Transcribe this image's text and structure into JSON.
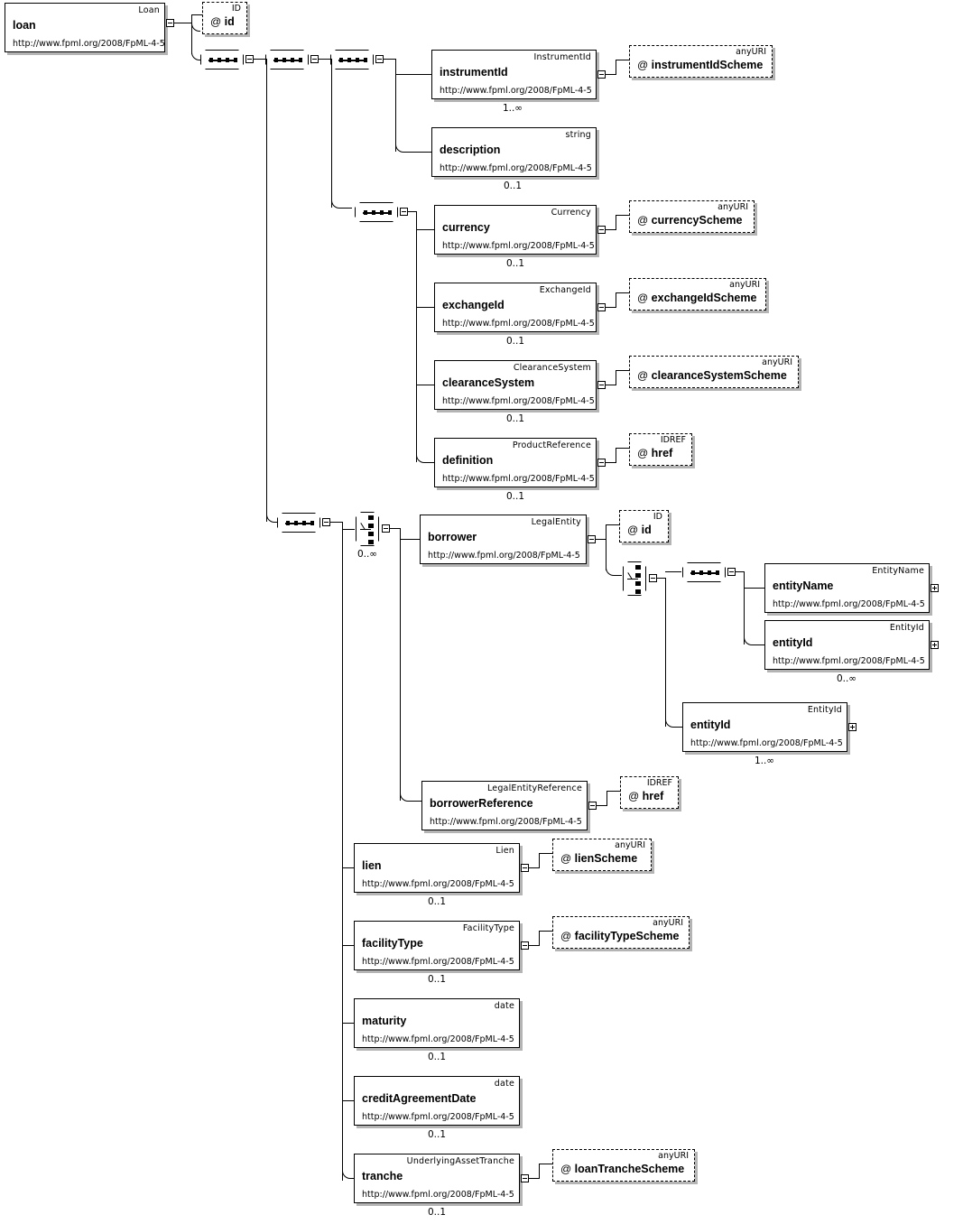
{
  "diagram": {
    "title": "loan",
    "namespace": "http://www.fpml.org/2008/FpML-4-5",
    "root": {
      "name": "loan",
      "type": "Loan",
      "ns": "http://www.fpml.org/2008/FpML-4-5"
    }
  },
  "nodes": {
    "root_id_attr": {
      "name": "id",
      "at": "@",
      "type": "ID"
    },
    "instrumentId": {
      "name": "instrumentId",
      "type": "InstrumentId",
      "ns": "http://www.fpml.org/2008/FpML-4-5",
      "card": "1..∞"
    },
    "instrumentIdScheme": {
      "name": "instrumentIdScheme",
      "at": "@",
      "type": "anyURI"
    },
    "description": {
      "name": "description",
      "type": "string",
      "ns": "http://www.fpml.org/2008/FpML-4-5",
      "card": "0..1"
    },
    "currency": {
      "name": "currency",
      "type": "Currency",
      "ns": "http://www.fpml.org/2008/FpML-4-5",
      "card": "0..1"
    },
    "currencyScheme": {
      "name": "currencyScheme",
      "at": "@",
      "type": "anyURI"
    },
    "exchangeId": {
      "name": "exchangeId",
      "type": "ExchangeId",
      "ns": "http://www.fpml.org/2008/FpML-4-5",
      "card": "0..1"
    },
    "exchangeIdScheme": {
      "name": "exchangeIdScheme",
      "at": "@",
      "type": "anyURI"
    },
    "clearanceSystem": {
      "name": "clearanceSystem",
      "type": "ClearanceSystem",
      "ns": "http://www.fpml.org/2008/FpML-4-5",
      "card": "0..1"
    },
    "clearanceSystemScheme": {
      "name": "clearanceSystemScheme",
      "at": "@",
      "type": "anyURI"
    },
    "definition": {
      "name": "definition",
      "type": "ProductReference",
      "ns": "http://www.fpml.org/2008/FpML-4-5",
      "card": "0..1"
    },
    "definitionHref": {
      "name": "href",
      "at": "@",
      "type": "IDREF"
    },
    "borrowerChoiceCard": {
      "card": "0..∞"
    },
    "borrower": {
      "name": "borrower",
      "type": "LegalEntity",
      "ns": "http://www.fpml.org/2008/FpML-4-5"
    },
    "borrowerId": {
      "name": "id",
      "at": "@",
      "type": "ID"
    },
    "entityName": {
      "name": "entityName",
      "type": "EntityName",
      "ns": "http://www.fpml.org/2008/FpML-4-5"
    },
    "entityIdInner": {
      "name": "entityId",
      "type": "EntityId",
      "ns": "http://www.fpml.org/2008/FpML-4-5",
      "card": "0..∞"
    },
    "entityIdOuter": {
      "name": "entityId",
      "type": "EntityId",
      "ns": "http://www.fpml.org/2008/FpML-4-5",
      "card": "1..∞"
    },
    "borrowerReference": {
      "name": "borrowerReference",
      "type": "LegalEntityReference",
      "ns": "http://www.fpml.org/2008/FpML-4-5"
    },
    "borrowerReferenceHref": {
      "name": "href",
      "at": "@",
      "type": "IDREF"
    },
    "lien": {
      "name": "lien",
      "type": "Lien",
      "ns": "http://www.fpml.org/2008/FpML-4-5",
      "card": "0..1"
    },
    "lienScheme": {
      "name": "lienScheme",
      "at": "@",
      "type": "anyURI"
    },
    "facilityType": {
      "name": "facilityType",
      "type": "FacilityType",
      "ns": "http://www.fpml.org/2008/FpML-4-5",
      "card": "0..1"
    },
    "facilityTypeScheme": {
      "name": "facilityTypeScheme",
      "at": "@",
      "type": "anyURI"
    },
    "maturity": {
      "name": "maturity",
      "type": "date",
      "ns": "http://www.fpml.org/2008/FpML-4-5",
      "card": "0..1"
    },
    "creditAgreementDate": {
      "name": "creditAgreementDate",
      "type": "date",
      "ns": "http://www.fpml.org/2008/FpML-4-5",
      "card": "0..1"
    },
    "tranche": {
      "name": "tranche",
      "type": "UnderlyingAssetTranche",
      "ns": "http://www.fpml.org/2008/FpML-4-5",
      "card": "0..1"
    },
    "loanTrancheScheme": {
      "name": "loanTrancheScheme",
      "at": "@",
      "type": "anyURI"
    }
  }
}
